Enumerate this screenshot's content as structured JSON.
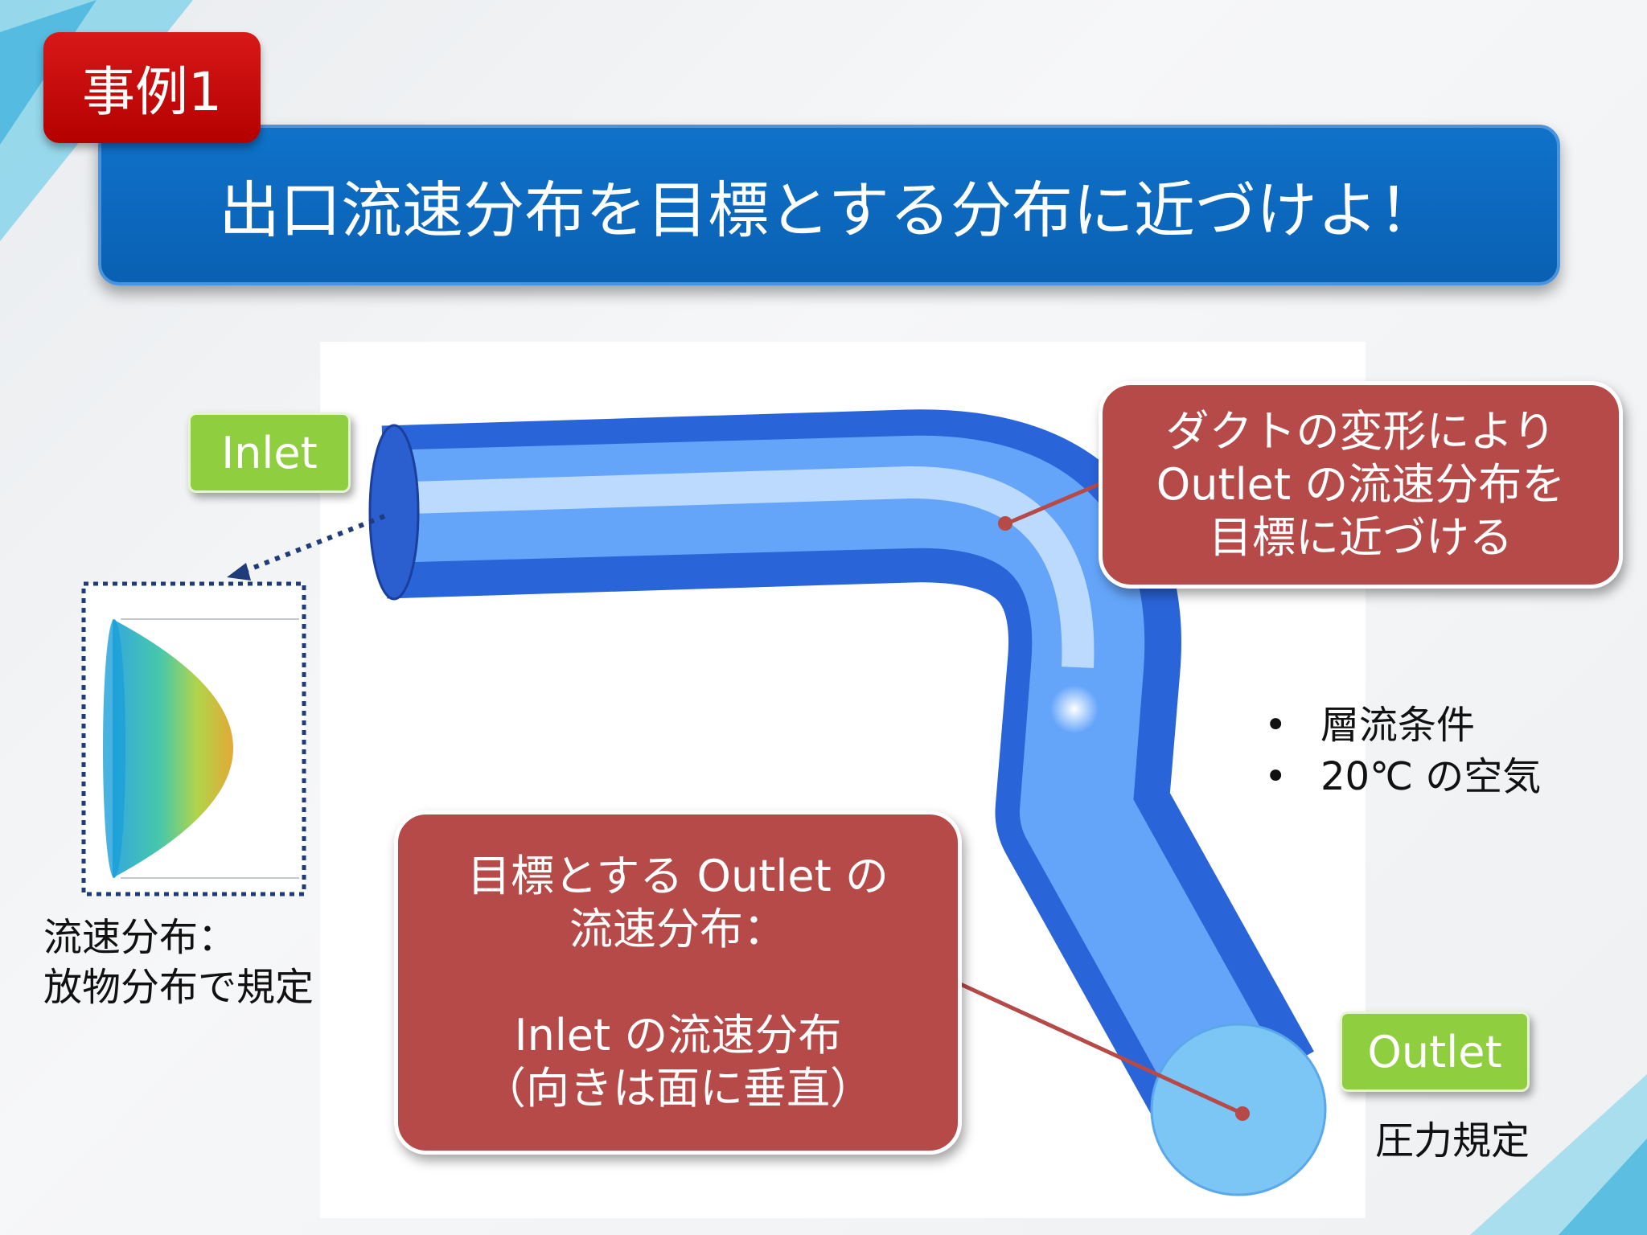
{
  "badge": "事例1",
  "title": "出口流速分布を目標とする分布に近づけよ！",
  "inlet_label": "Inlet",
  "outlet_label": "Outlet",
  "callout_top": [
    "ダクトの変形により",
    "Outlet の流速分布を",
    "目標に近づける"
  ],
  "callout_bottom": [
    "目標とする Outlet の",
    "流速分布：",
    "",
    "Inlet の流速分布",
    "（向きは面に垂直）"
  ],
  "conditions": [
    "層流条件",
    "20℃ の空気"
  ],
  "inlet_note": [
    "流速分布：",
    "放物分布で規定"
  ],
  "outlet_note": "圧力規定",
  "colors": {
    "badge_red": "#c00000",
    "title_blue": "#0b65b8",
    "callout_red": "#b54a48",
    "tag_green": "#8fce3f",
    "duct_blue": "#4f95f0"
  }
}
